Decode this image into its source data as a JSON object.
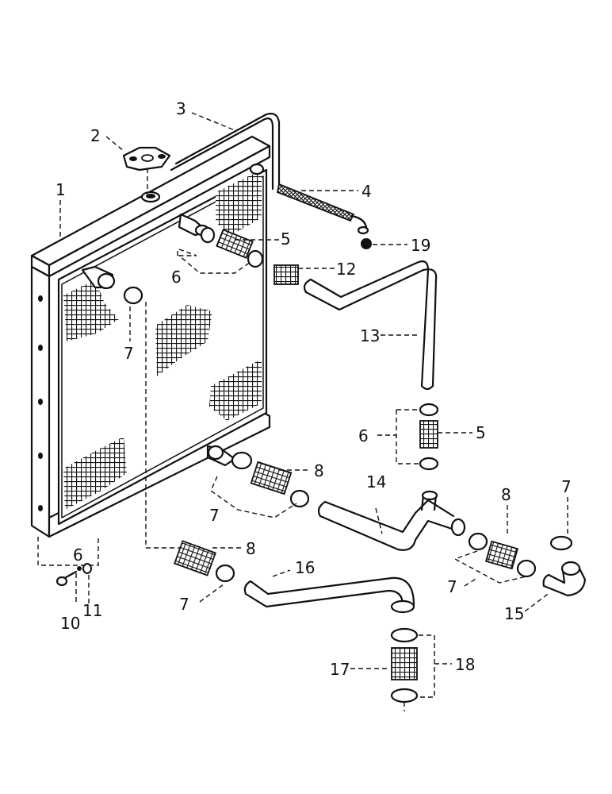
{
  "callouts": {
    "c1": "1",
    "c2": "2",
    "c3": "3",
    "c4": "4",
    "c5a": "5",
    "c5b": "5",
    "c6a": "6",
    "c6b": "6",
    "c6c": "6",
    "c7a": "7",
    "c7b": "7",
    "c7c": "7",
    "c7d": "7",
    "c7e": "7",
    "c8a": "8",
    "c8b": "8",
    "c8c": "8",
    "c10": "10",
    "c11": "11",
    "c12": "12",
    "c13": "13",
    "c14": "14",
    "c15": "15",
    "c16": "16",
    "c17": "17",
    "c18": "18",
    "c19": "19"
  }
}
